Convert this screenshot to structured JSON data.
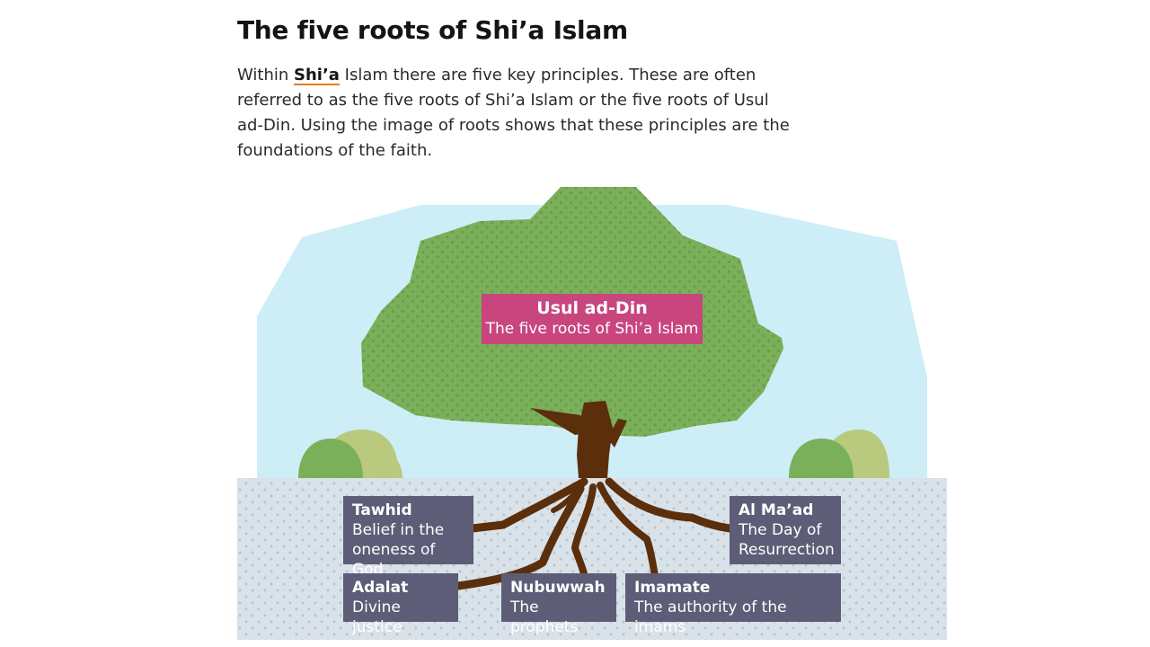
{
  "article": {
    "title": "The five roots of Shi’a Islam",
    "intro_before": "Within ",
    "intro_link": "Shi’a",
    "intro_after": " Islam there are five key principles. These are often referred to as the five roots of Shi’a Islam or the five roots of Usul ad-Din. Using the image of roots shows that these principles are the foundations of the faith."
  },
  "diagram": {
    "center": {
      "name": "Usul ad-Din",
      "description": "The five roots of Shi’a Islam"
    },
    "roots": {
      "tawhid": {
        "name": "Tawhid",
        "description_line1": "Belief in the",
        "description_line2": "oneness of God"
      },
      "al_maad": {
        "name": "Al Ma’ad",
        "description_line1": "The Day of",
        "description_line2": "Resurrection"
      },
      "adalat": {
        "name": "Adalat",
        "description": "Divine justice"
      },
      "nubuwwah": {
        "name": "Nubuwwah",
        "description": "The prophets"
      },
      "imamate": {
        "name": "Imamate",
        "description": "The authority of the imams"
      }
    },
    "colors": {
      "sky": "#cdeef6",
      "foliage": "#7ab05a",
      "bush_light": "#b9c97e",
      "trunk": "#5b2e0c",
      "ground": "#d9e2e8",
      "label_box": "#5d5d78",
      "center_box": "#c8457e"
    }
  }
}
